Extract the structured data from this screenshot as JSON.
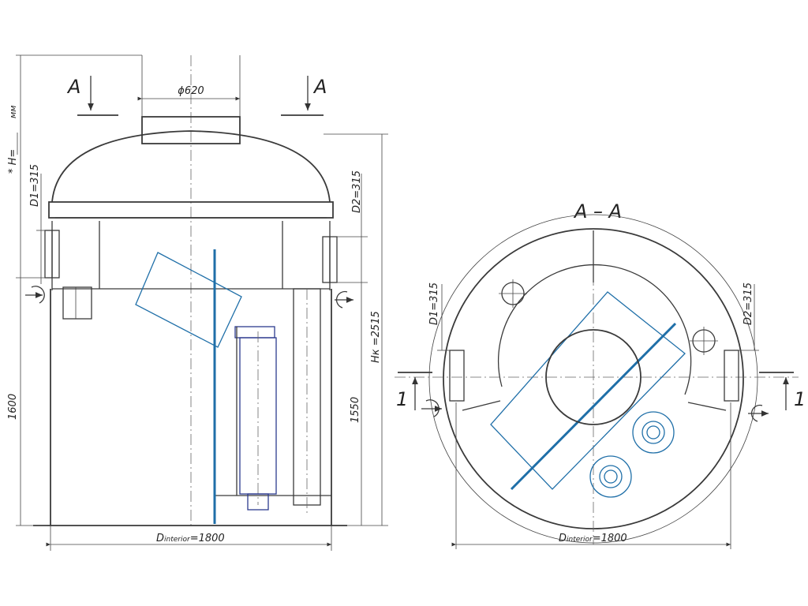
{
  "left_view": {
    "section_mark_left": "A",
    "section_mark_right": "A",
    "neck_diameter": "ϕ620",
    "height_label": "* H=",
    "height_unit": "мм",
    "inlet_label": "D1=315",
    "outlet_label": "D2=315",
    "total_height_label": "Hк =2515",
    "height_1600": "1600",
    "height_1550": "1550",
    "diameter_label": "D",
    "diameter_subscript": "interior",
    "diameter_value": "=1800"
  },
  "right_view": {
    "section_title": "A – A",
    "inlet_label": "D1=315",
    "outlet_label": "D2=315",
    "view_mark_left": "1",
    "view_mark_right": "1",
    "diameter_label": "D",
    "diameter_subscript": "interior",
    "diameter_value": "=1800"
  },
  "colors": {
    "line": "#3a3a3a",
    "filter_mesh": "#1f6fa8",
    "cartridge": "#2d3b8e"
  }
}
